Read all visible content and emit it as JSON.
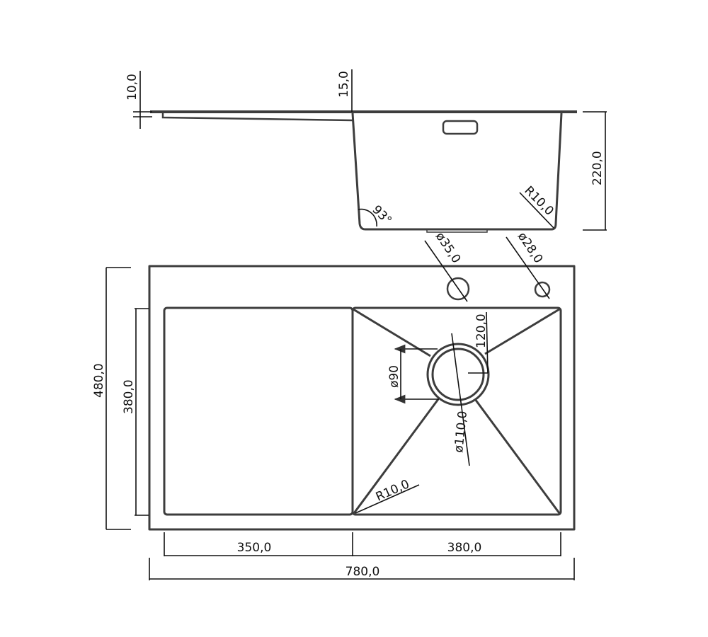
{
  "title": "Sink technical drawing",
  "side_view": {
    "rim_thickness": "10,0",
    "rim_offset": "15,0",
    "bowl_depth": "220,0",
    "corner_radius": "R10,0",
    "wall_angle": "93°"
  },
  "top_view": {
    "tap_hole_left": "ø35,0",
    "tap_hole_right": "ø28,0",
    "drain_offset": "120,0",
    "drain_inner_diameter": "ø90",
    "drain_outer_diameter": "ø110,0",
    "corner_radius": "R10,0",
    "total_depth": "480,0",
    "bowl_depth": "380,0",
    "drainboard_width": "350,0",
    "bowl_width": "380,0",
    "total_width": "780,0"
  },
  "colors": {
    "part": "#3d3d3d",
    "dimension": "#111111"
  }
}
